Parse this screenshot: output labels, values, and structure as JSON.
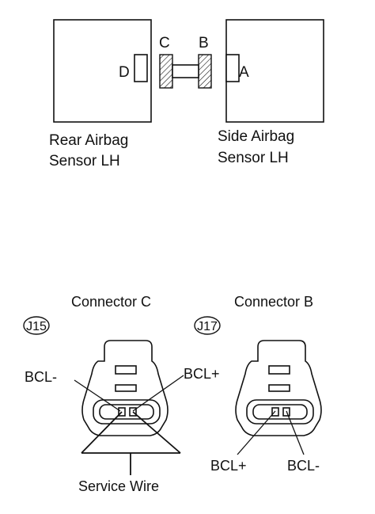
{
  "top": {
    "labels": {
      "D": "D",
      "C": "C",
      "B": "B",
      "A": "A"
    },
    "left_box_caption": [
      "Rear Airbag",
      "Sensor LH"
    ],
    "right_box_caption": [
      "Side Airbag",
      "Sensor LH"
    ]
  },
  "bottom": {
    "connector_c": {
      "title": "Connector C",
      "code": "J15",
      "pin_left": "BCL-",
      "pin_right": "BCL+",
      "service_wire": "Service Wire"
    },
    "connector_b": {
      "title": "Connector B",
      "code": "J17",
      "pin_left": "BCL+",
      "pin_right": "BCL-"
    }
  }
}
